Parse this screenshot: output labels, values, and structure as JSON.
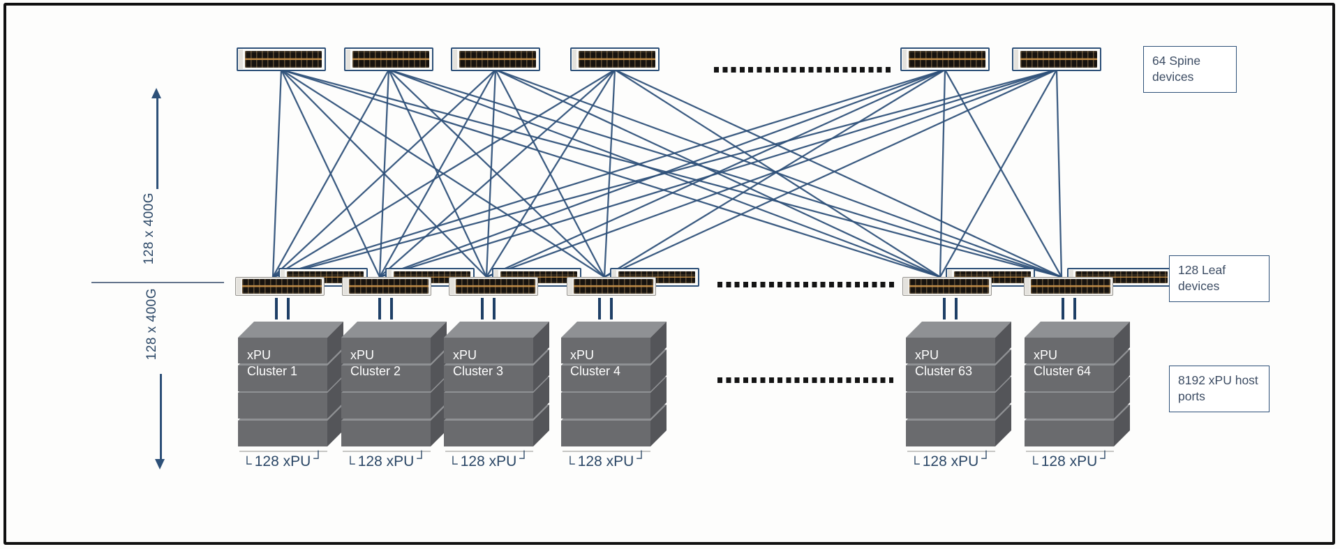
{
  "labels": {
    "spine_devices": "64 Spine devices",
    "leaf_devices": "128 Leaf devices",
    "host_ports": "8192 xPU host ports"
  },
  "axis": {
    "upper_link_label": "128 x 400G",
    "lower_link_label": "128 x 400G"
  },
  "clusters": [
    {
      "title_line1": "xPU",
      "title_line2": "Cluster 1",
      "capacity": "128 xPU"
    },
    {
      "title_line1": "xPU",
      "title_line2": "Cluster 2",
      "capacity": "128 xPU"
    },
    {
      "title_line1": "xPU",
      "title_line2": "Cluster 3",
      "capacity": "128 xPU"
    },
    {
      "title_line1": "xPU",
      "title_line2": "Cluster 4",
      "capacity": "128 xPU"
    },
    {
      "title_line1": "xPU",
      "title_line2": "Cluster 63",
      "capacity": "128 xPU"
    },
    {
      "title_line1": "xPU",
      "title_line2": "Cluster 64",
      "capacity": "128 xPU"
    }
  ],
  "decor": {
    "bracket_left": "└",
    "bracket_right": "┘"
  },
  "colors": {
    "link": "#2d5078",
    "text_navy": "#2b4766",
    "cluster_front": "#6a6b6e",
    "cluster_top": "#8f9194",
    "cluster_side": "#545559",
    "frame_border": "#101010"
  }
}
